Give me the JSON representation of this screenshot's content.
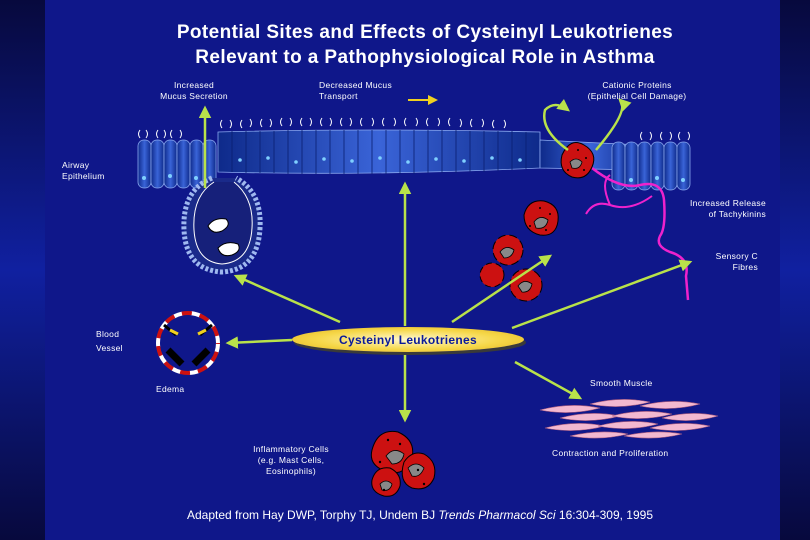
{
  "title_line1": "Potential Sites and Effects of Cysteinyl Leukotrienes",
  "title_line2": "Relevant to a Pathophysiological Role in Asthma",
  "labels": {
    "mucus_secretion_1": "Increased",
    "mucus_secretion_2": "Mucus Secretion",
    "mucus_transport_1": "Decreased Mucus",
    "mucus_transport_2": "Transport",
    "cationic_1": "Cationic Proteins",
    "cationic_2": "(Epithelial Cell Damage)",
    "airway_1": "Airway",
    "airway_2": "Epithelium",
    "tachykinins_1": "Increased Release",
    "tachykinins_2": "of Tachykinins",
    "sensory_1": "Sensory C",
    "sensory_2": "Fibres",
    "blood_1": "Blood",
    "blood_2": "Vessel",
    "edema": "Edema",
    "smooth_muscle": "Smooth Muscle",
    "contraction": "Contraction and Proliferation",
    "inflam_1": "Inflammatory Cells",
    "inflam_2": "(e.g. Mast Cells,",
    "inflam_3": "Eosinophils)",
    "center": "Cysteinyl Leukotrienes"
  },
  "credit": {
    "prefix": "Adapted from Hay DWP, Torphy TJ, Undem BJ ",
    "journal": "Trends Pharmacol Sci",
    "suffix": " 16:304-309, 1995"
  },
  "colors": {
    "background": "#0f178a",
    "arrow": "#b9e24a",
    "cell": "#1e3fb0",
    "nerve": "#ee22cc",
    "inflam": "#cc1111",
    "center_fill": "#f6d84a",
    "center_text": "#0a1a9a"
  }
}
